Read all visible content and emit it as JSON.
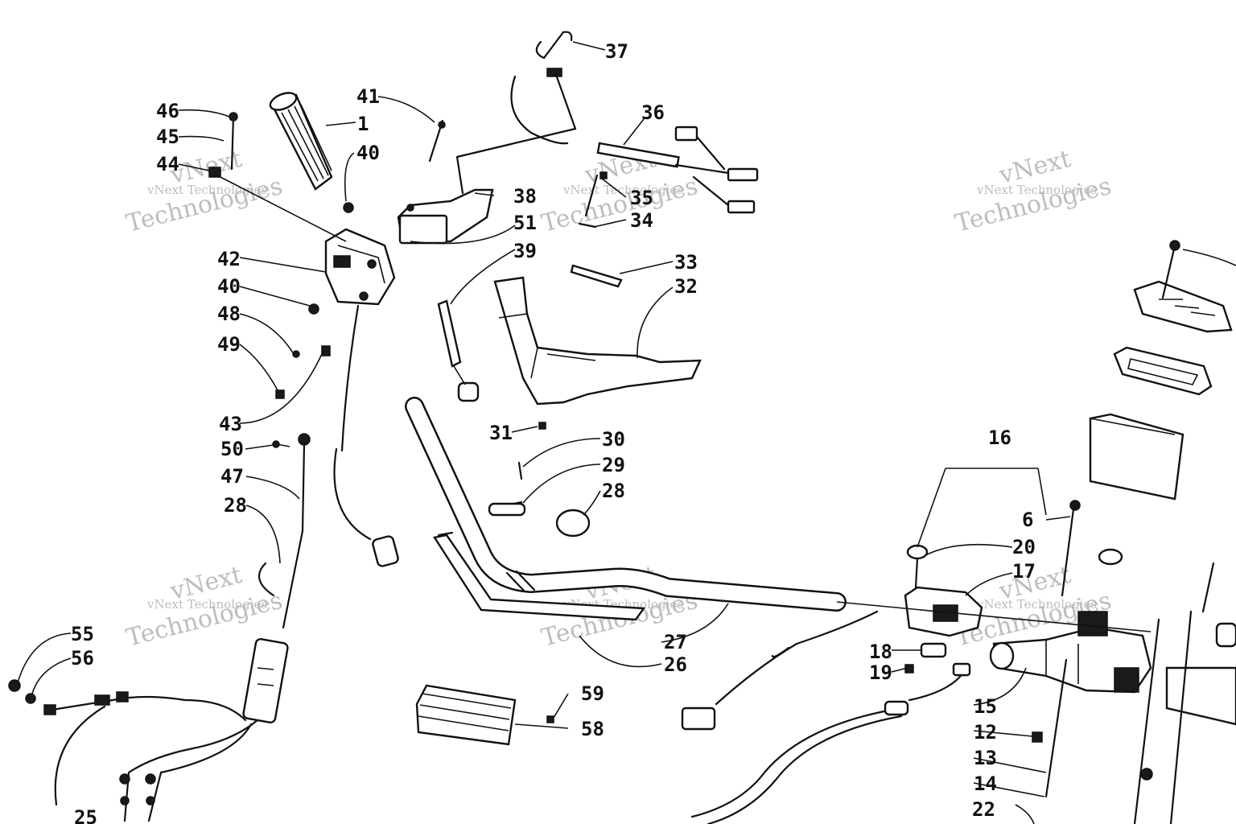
{
  "watermark": {
    "line1": "vNext",
    "line2": "vNext Technologies",
    "line3": "Technologies"
  },
  "callouts": {
    "c1": "1",
    "c6": "6",
    "c12": "12",
    "c13": "13",
    "c14": "14",
    "c15": "15",
    "c16": "16",
    "c17": "17",
    "c18": "18",
    "c19": "19",
    "c20": "20",
    "c22": "22",
    "c25": "25",
    "c26": "26",
    "c27": "27",
    "c28a": "28",
    "c28b": "28",
    "c29": "29",
    "c30": "30",
    "c31": "31",
    "c32": "32",
    "c33": "33",
    "c34": "34",
    "c35": "35",
    "c36": "36",
    "c37": "37",
    "c38": "38",
    "c39": "39",
    "c40a": "40",
    "c40b": "40",
    "c41": "41",
    "c42": "42",
    "c43": "43",
    "c44": "44",
    "c45": "45",
    "c46": "46",
    "c47": "47",
    "c48": "48",
    "c49": "49",
    "c50": "50",
    "c51": "51",
    "c55": "55",
    "c56": "56",
    "c58": "58",
    "c59": "59"
  },
  "colors": {
    "ink": "#111111",
    "paper": "#ffffff",
    "watermark": "#bdbdbd"
  }
}
